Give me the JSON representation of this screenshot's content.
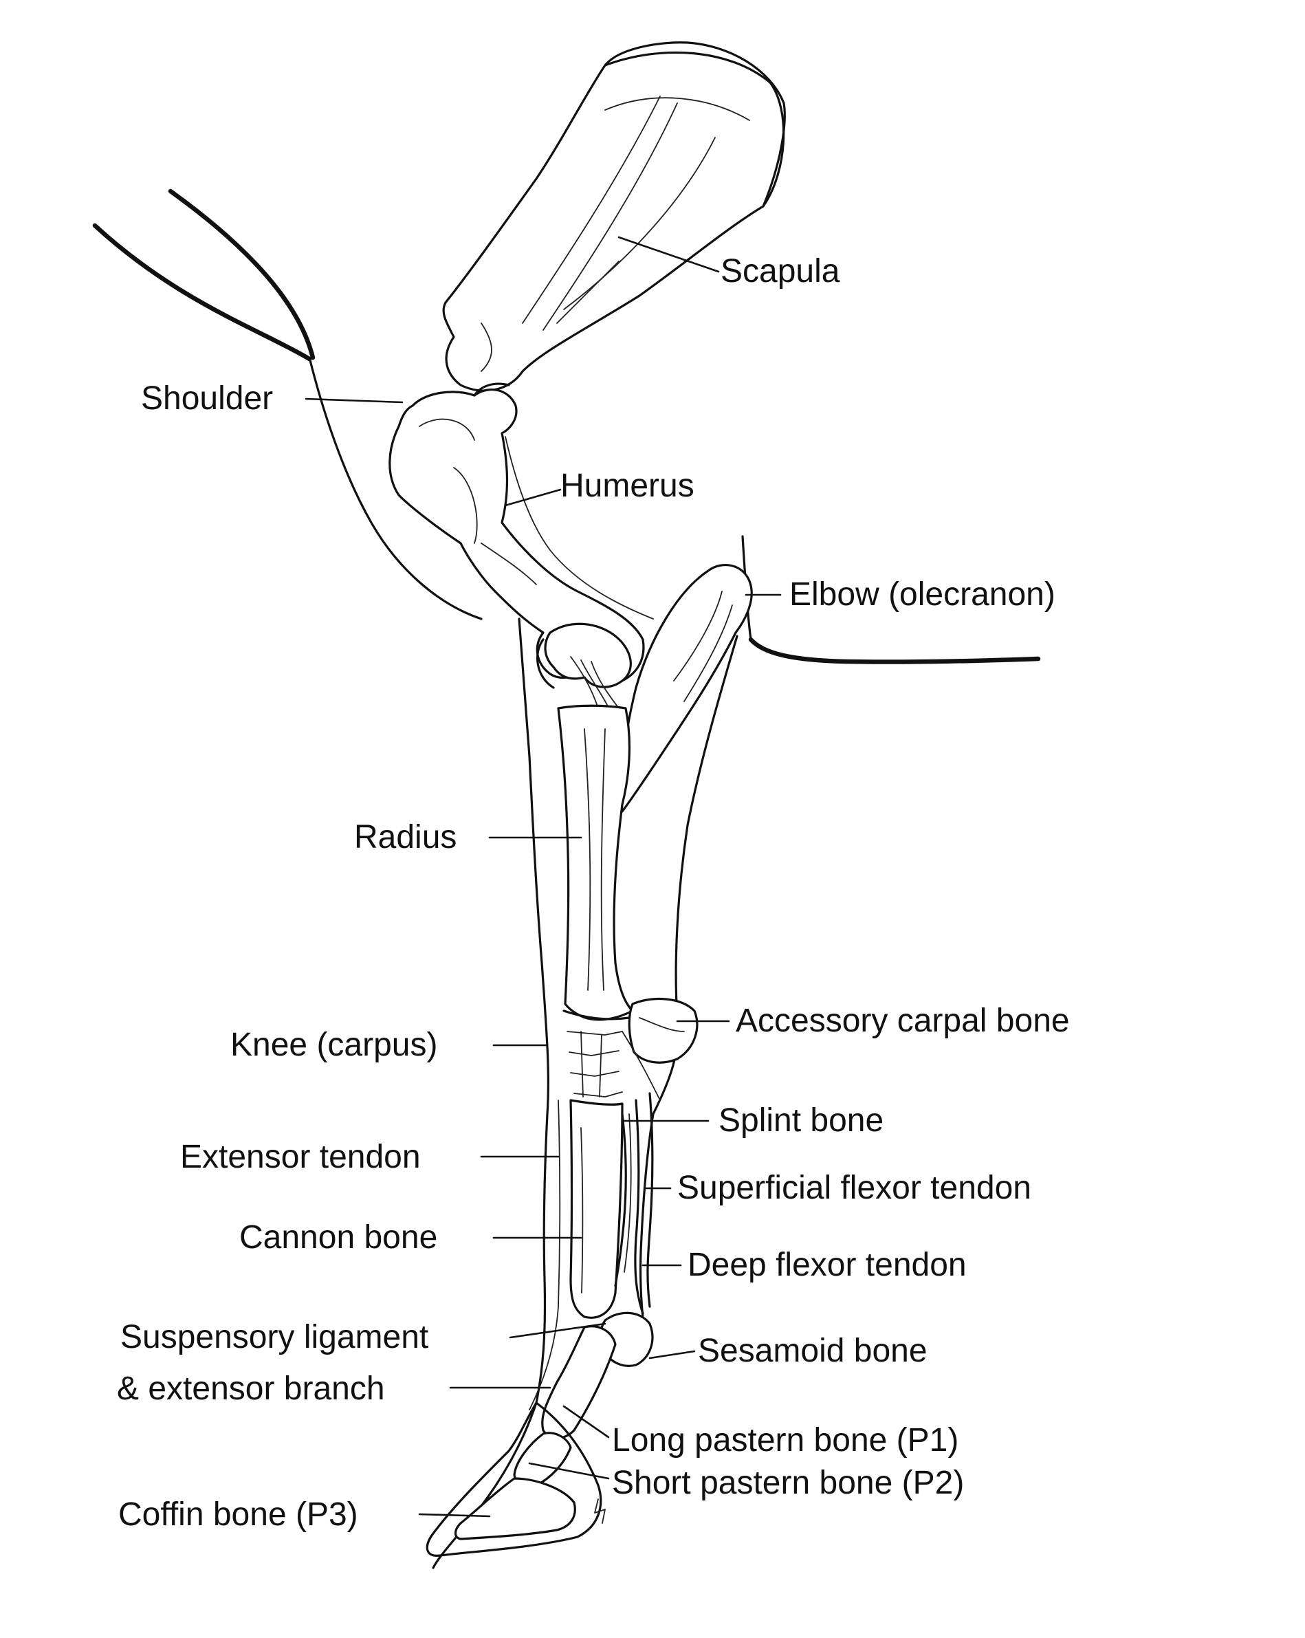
{
  "diagram": {
    "labels": {
      "scapula": "Scapula",
      "shoulder": "Shoulder",
      "humerus": "Humerus",
      "elbow": "Elbow (olecranon)",
      "radius": "Radius",
      "accessory_carpal": "Accessory carpal bone",
      "knee": "Knee (carpus)",
      "splint": "Splint bone",
      "extensor_tendon": "Extensor tendon",
      "superficial_flexor": "Superficial flexor tendon",
      "cannon": "Cannon bone",
      "deep_flexor": "Deep flexor tendon",
      "suspensory_1": "Suspensory ligament",
      "suspensory_2": "& extensor branch",
      "sesamoid": "Sesamoid bone",
      "long_pastern": "Long pastern bone (P1)",
      "short_pastern": "Short pastern bone (P2)",
      "coffin": "Coffin bone (P3)"
    },
    "colors": {
      "ink": "#111111",
      "background": "#ffffff"
    }
  }
}
